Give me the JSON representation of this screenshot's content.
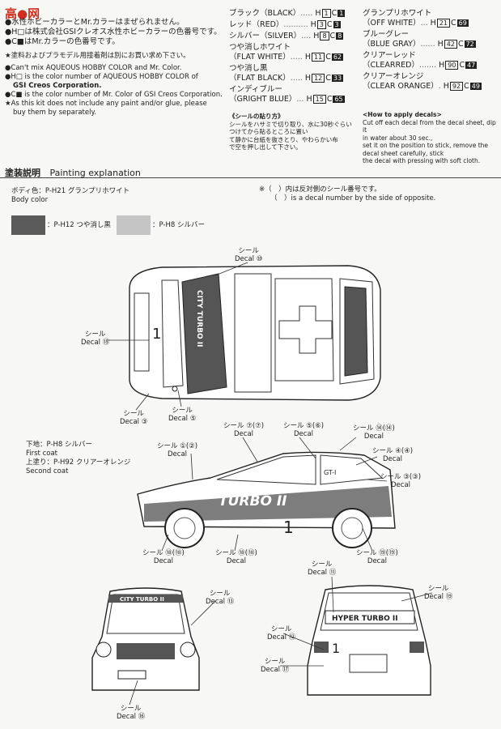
{
  "watermark": "高●网",
  "header_notes": {
    "line1": "●水性ホビーカラーとMr.カラーはまぜられません。",
    "line2": "●H□は株式会社GSIクレオス水性ホビーカラーの色番号です。",
    "line3": "●C■はMr.カラーの色番号です。",
    "line4": "★塗料およびプラモデル用接着剤は別にお買い求め下さい。",
    "en1": "●Can't mix AQUEOUS HOBBY COLOR and Mr. Color.",
    "en2": "●H□ is the color number of AQUEOUS HOBBY COLOR of",
    "en2b": "GSI Creos Corporation.",
    "en3": "●C■ is the color number of Mr. Color of GSI Creos Corporation.",
    "en4": "★As this kit does not include any paint and/or glue, please",
    "en4b": "buy them by separately."
  },
  "colors_left": [
    {
      "name": "ブラック（BLACK）",
      "h": "1",
      "c": "1"
    },
    {
      "name": "レッド（RED）",
      "h": "3",
      "c": "3"
    },
    {
      "name": "シルバー（SILVER）",
      "h": "8",
      "c": "8"
    },
    {
      "name": "つや消しホワイト",
      "name2": "（FLAT WHITE）",
      "h": "11",
      "c": "62"
    },
    {
      "name": "つや消し黒",
      "name2": "（FLAT BLACK）",
      "h": "12",
      "c": "33"
    },
    {
      "name": "インディブルー",
      "name2": "（GRIGHT BLUE）",
      "h": "15",
      "c": "65"
    }
  ],
  "colors_right": [
    {
      "name": "グランプリホワイト",
      "name2": "（OFF WHITE）",
      "h": "21",
      "c": "69"
    },
    {
      "name": "ブルーグレー",
      "name2": "（BLUE GRAY）",
      "h": "42",
      "c": "72"
    },
    {
      "name": "クリアーレッド",
      "name2": "（CLEARRED）",
      "h": "90",
      "c": "47"
    },
    {
      "name": "クリアーオレンジ",
      "name2": "（CLEAR ORANGE）",
      "h": "92",
      "c": "49"
    }
  ],
  "decal_jp": {
    "title": "《シールの貼り方》",
    "body1": "シールをハサミで切り取り、水に30秒ぐらい",
    "body2": "つけてから貼るところに置い",
    "body3": "て静かに台紙を抜きとり、やわらかい布",
    "body4": "で空を押し出して下さい。"
  },
  "decal_en": {
    "title": "<How to apply decals>",
    "body1": "Cut off each decal from the decal sheet, dip it",
    "body2": "in water about 30 sec.,",
    "body3": "set it on the position to stick, remove the",
    "body4": "decal sheet carefully, stick",
    "body5": "the decal with pressing with soft cloth."
  },
  "painting": {
    "title_jp": "塗装説明",
    "title_en": "Painting explanation",
    "body_color_jp": "ボディ色：P-H21 グランプリホワイト",
    "body_color_en": "Body color",
    "note_jp": "※（　）内は反対側のシール番号です。",
    "note_en": "（　）is a decal number by the side of opposite.",
    "swatch1_label": "：P-H12 つや消し黒",
    "swatch2_label": "：P-H8 シルバー",
    "first_coat_jp": "下地：P-H8 シルバー",
    "first_coat_en": "First coat",
    "second_coat_jp": "上塗り：P-H92 クリアーオレンジ",
    "second_coat_en": "Second coat"
  },
  "car_text": {
    "top_side_text": "CITY TURBO II",
    "side_turbo": "TURBO II",
    "side_number": "1",
    "front_visor": "CITY TURBO II",
    "rear_visor": "HYPER TURBO II",
    "gt": "GT-I"
  },
  "callouts": {
    "top_decal_10": "シール\nDecal ⑩",
    "top_decal_15": "シール\nDecal ⑮",
    "top_decal_3": "シール\nDecal ③",
    "top_decal_5": "シール\nDecal ⑤",
    "side_decal_1_2": "シール ①(②)\nDecal",
    "side_decal_7": "シール ⑦(⑦)\nDecal",
    "side_decal_5_6": "シール ⑤(⑥)\nDecal",
    "side_decal_14_14": "シール ⑭(⑭)\nDecal",
    "side_decal_4_4": "シール ④(④)\nDecal",
    "side_decal_3_3": "シール ③(③)\nDecal",
    "side_decal_18_18": "シール ⑱(⑱)\nDecal",
    "side_decal_18b": "シール ⑱(⑱)\nDecal",
    "side_decal_19_19": "シール ⑲(⑲)\nDecal",
    "front_decal_13": "シール\nDecal ⑬",
    "front_decal_16": "シール\nDecal ⑯",
    "rear_decal_11": "シール\nDecal ⑪",
    "rear_decal_19": "シール\nDecal ⑲",
    "rear_decal_12": "シール\nDecal ⑫",
    "rear_decal_17": "シール\nDecal ⑰"
  }
}
